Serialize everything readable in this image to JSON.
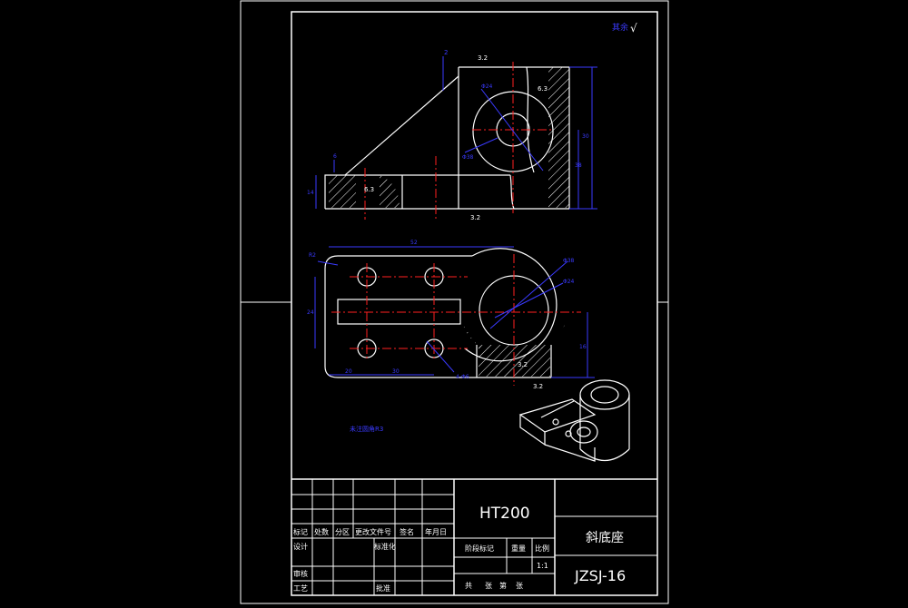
{
  "colors": {
    "background": "#000000",
    "outline": "#ffffff",
    "dimension": "#3a3aff",
    "centerline": "#ff2020"
  },
  "roughness_note": {
    "text": "其余",
    "symbol": "√"
  },
  "front_view": {
    "labels": {
      "roughness_top": "3.2",
      "roughness_bottom": "3.2",
      "roughness_section": "6.3",
      "roughness_bore": "6.3",
      "bore_dia": "Φ24",
      "bore_outer": "Φ38",
      "dim_height": "38",
      "dim_right": "30",
      "dim_left_small": "6",
      "dim_base": "14",
      "dim_top_step": "2"
    }
  },
  "top_view": {
    "labels": {
      "dim_overall": "52",
      "dim_r": "R2",
      "dim_bore_outer": "Φ38",
      "dim_bore": "Φ24",
      "dim_width": "24",
      "dim_hole_1": "20",
      "dim_hole_2": "30",
      "dim_holes_note": "4-Φ6",
      "dim_right_vertical": "16",
      "roughness_top_view": "3.2",
      "roughness_bottom_view": "3.2"
    }
  },
  "tech_note": "未注圆角R3",
  "title_block": {
    "material": "HT200",
    "part_name": "斜底座",
    "drawing_number": "JZSJ-16",
    "scale_value": "1:1",
    "headers": {
      "mark": "标记",
      "count": "处数",
      "zone": "分区",
      "change_doc": "更改文件号",
      "signature": "签名",
      "date": "年月日",
      "design": "设计",
      "standardize": "标准化",
      "stage_mark": "阶段标记",
      "weight": "重量",
      "scale": "比例",
      "review": "审核",
      "process": "工艺",
      "approve": "批准",
      "total": "共",
      "sheets": "张",
      "no": "第",
      "sheet": "张"
    }
  }
}
